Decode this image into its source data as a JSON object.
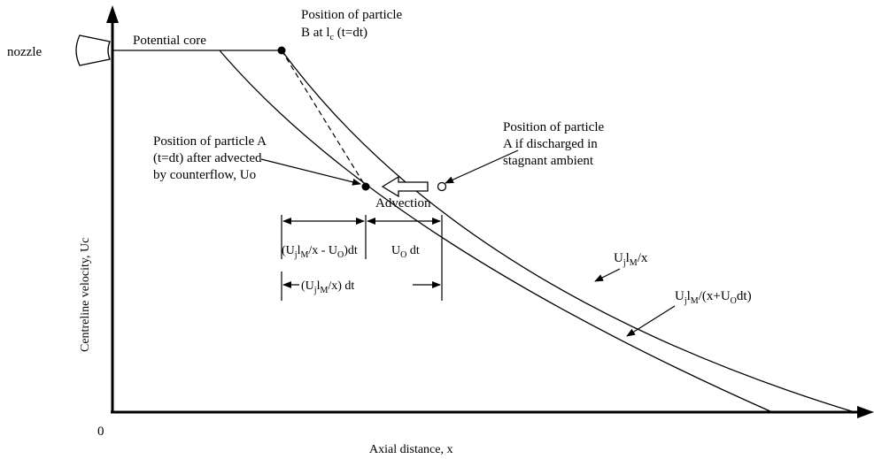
{
  "labels": {
    "nozzle": "nozzle",
    "potential_core": "Potential core",
    "particle_b_line1": "Position of particle",
    "particle_b_line2": "B at l",
    "particle_b_sub": "c",
    "particle_b_tail": " (t=dt)",
    "particle_a_adv_line1": "Position of particle A",
    "particle_a_adv_line2": "(t=dt) after advected",
    "particle_a_adv_line3": "by counterflow, Uo",
    "particle_a_stag_line1": "Position of particle",
    "particle_a_stag_line2": "A if discharged in",
    "particle_a_stag_line3": "stagnant ambient",
    "advection": "Advection",
    "y_axis": "Centreline velocity, Uc",
    "x_axis": "Axial distance, x",
    "origin": "0"
  },
  "dimensions": {
    "left_seg": {
      "p1": "(U",
      "s1": "j",
      "p2": "l",
      "s2": "M",
      "p3": "/x - U",
      "s3": "O",
      "p4": ")dt"
    },
    "right_seg": {
      "p1": "U",
      "s1": "O",
      "p2": " dt"
    },
    "total_seg": {
      "p1": "(U",
      "s1": "j",
      "p2": "l",
      "s2": "M",
      "p3": "/x) dt"
    }
  },
  "curves": {
    "upper": {
      "p1": "U",
      "s1": "j",
      "p2": "l",
      "s2": "M",
      "p3": "/x"
    },
    "lower": {
      "p1": "U",
      "s1": "j",
      "p2": "l",
      "s2": "M",
      "p3": "/(x+U",
      "s3": "O",
      "p4": "dt)"
    }
  }
}
